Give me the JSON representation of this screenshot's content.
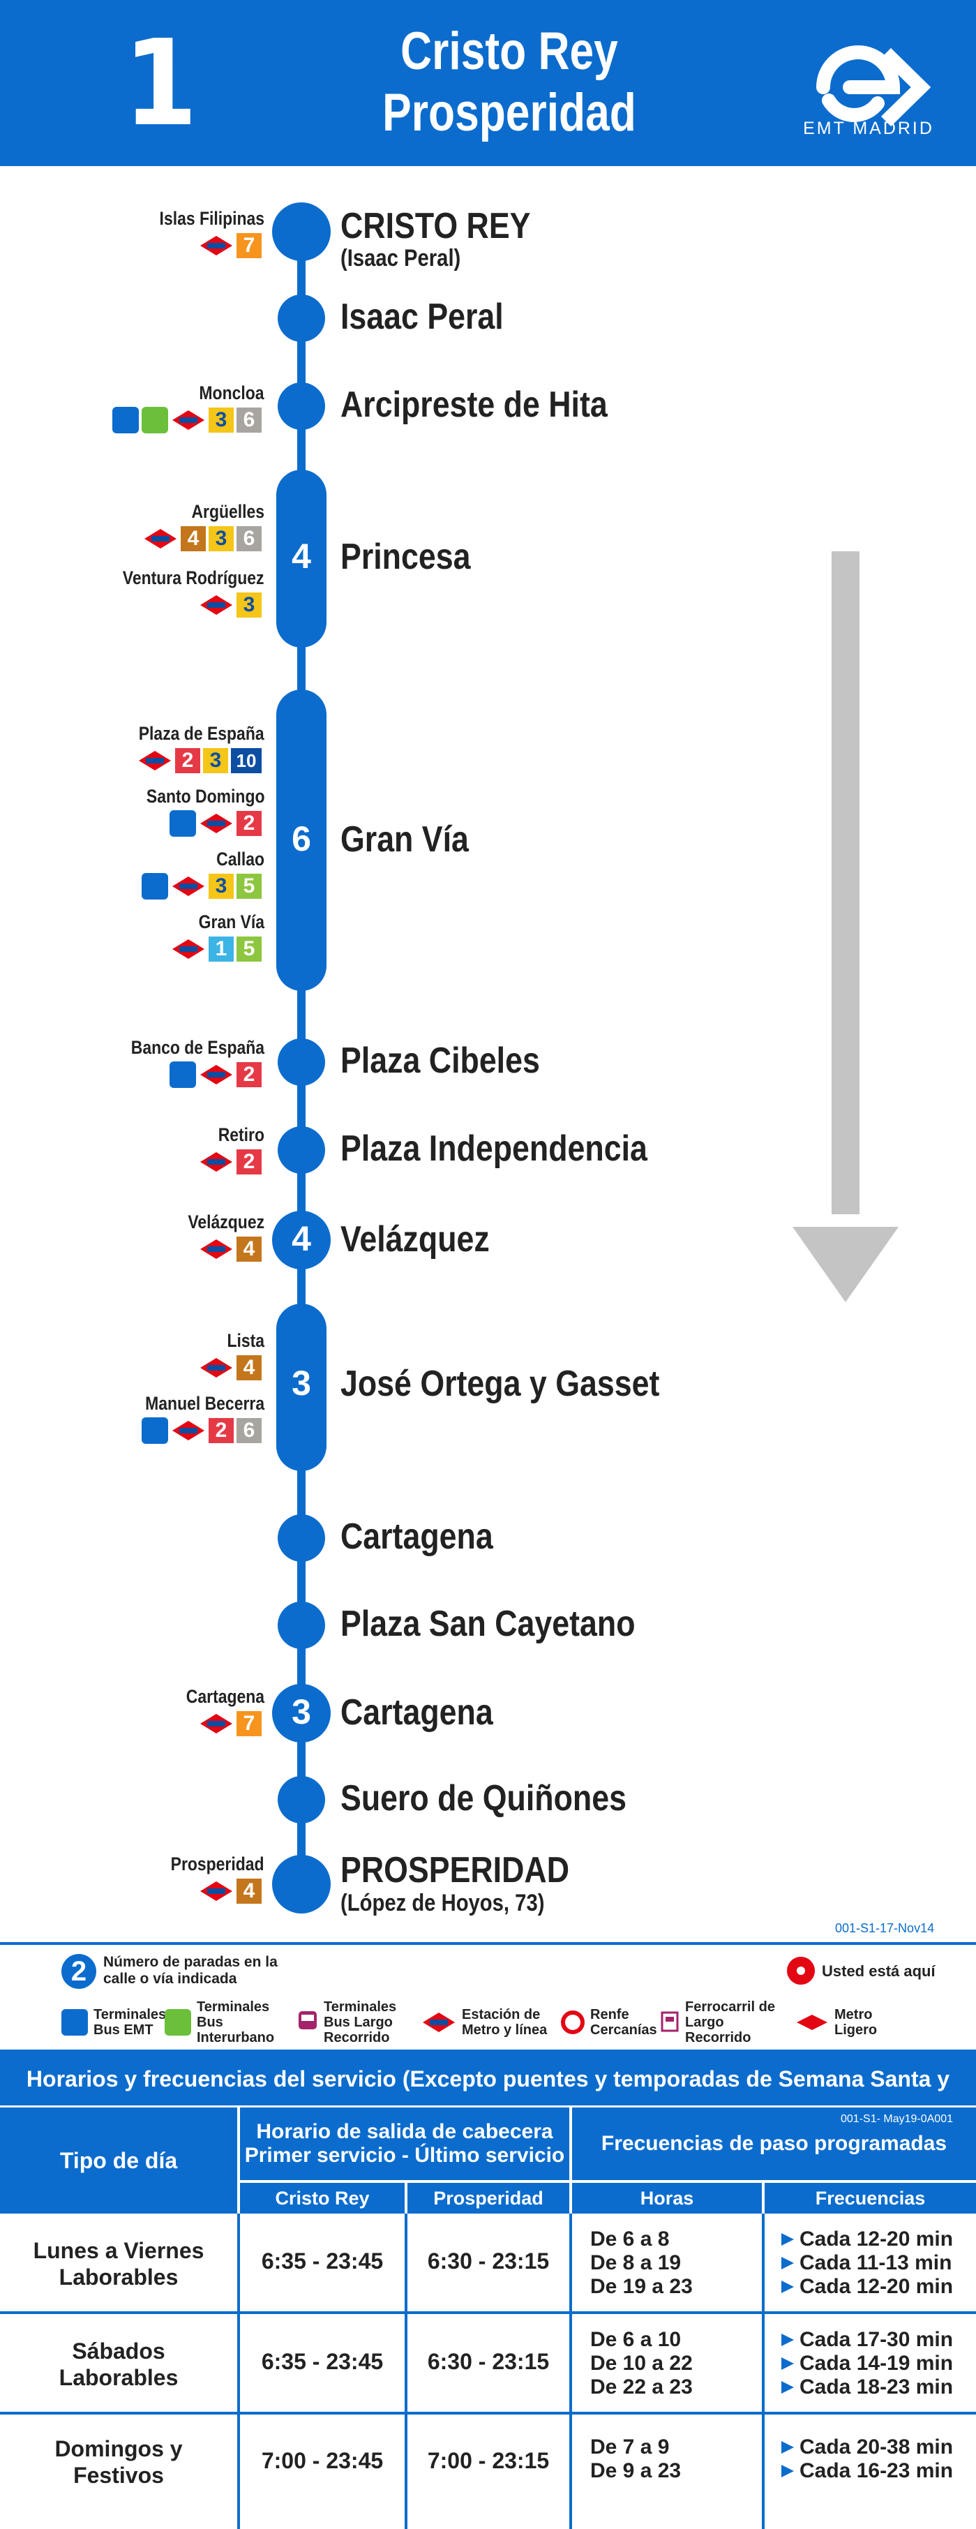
{
  "header": {
    "line_number": "1",
    "title_line1": "Cristo Rey",
    "title_line2": "Prosperidad",
    "logo_text": "EMT MADRID"
  },
  "colors": {
    "brand_blue": "#0b6ccd",
    "metro_l1": "#3cb4e6",
    "metro_l2": "#e63946",
    "metro_l3": "#f5c518",
    "metro_l4": "#c4761c",
    "metro_l5": "#8dc63f",
    "metro_l6": "#a8a49f",
    "metro_l7": "#f7941d",
    "metro_l10": "#0b4ea2",
    "arrow_gray": "#c4c4c4",
    "here_red": "#e30613"
  },
  "stops": [
    {
      "name": "CRISTO REY",
      "sub": "(Isaac Peral)",
      "count": ""
    },
    {
      "name": "Isaac Peral",
      "sub": "",
      "count": ""
    },
    {
      "name": "Arcipreste de Hita",
      "sub": "",
      "count": ""
    },
    {
      "name": "Princesa",
      "sub": "",
      "count": "4"
    },
    {
      "name": "Gran Vía",
      "sub": "",
      "count": "6"
    },
    {
      "name": "Plaza Cibeles",
      "sub": "",
      "count": ""
    },
    {
      "name": "Plaza Independencia",
      "sub": "",
      "count": ""
    },
    {
      "name": "Velázquez",
      "sub": "",
      "count": "4"
    },
    {
      "name": "José Ortega y Gasset",
      "sub": "",
      "count": "3"
    },
    {
      "name": "Cartagena",
      "sub": "",
      "count": ""
    },
    {
      "name": "Plaza San Cayetano",
      "sub": "",
      "count": ""
    },
    {
      "name": "Cartagena",
      "sub": "",
      "count": "3"
    },
    {
      "name": "Suero de Quiñones",
      "sub": "",
      "count": ""
    },
    {
      "name": "PROSPERIDAD",
      "sub": "(López de Hoyos, 73)",
      "count": ""
    }
  ],
  "connections": [
    {
      "name": "Islas Filipinas",
      "icons": [
        "metro"
      ],
      "lines": [
        "7"
      ]
    },
    {
      "name": "Moncloa",
      "icons": [
        "bus-emt",
        "bus-interurbano",
        "metro"
      ],
      "lines": [
        "3",
        "6"
      ]
    },
    {
      "name": "Argüelles",
      "icons": [
        "metro"
      ],
      "lines": [
        "4",
        "3",
        "6"
      ]
    },
    {
      "name": "Ventura Rodríguez",
      "icons": [
        "metro"
      ],
      "lines": [
        "3"
      ]
    },
    {
      "name": "Plaza de España",
      "icons": [
        "metro"
      ],
      "lines": [
        "2",
        "3",
        "10"
      ]
    },
    {
      "name": "Santo Domingo",
      "icons": [
        "bus-emt",
        "metro"
      ],
      "lines": [
        "2"
      ]
    },
    {
      "name": "Callao",
      "icons": [
        "bus-emt",
        "metro"
      ],
      "lines": [
        "3",
        "5"
      ]
    },
    {
      "name": "Gran Vía",
      "icons": [
        "metro"
      ],
      "lines": [
        "1",
        "5"
      ]
    },
    {
      "name": "Banco de España",
      "icons": [
        "bus-emt",
        "metro"
      ],
      "lines": [
        "2"
      ]
    },
    {
      "name": "Retiro",
      "icons": [
        "metro"
      ],
      "lines": [
        "2"
      ]
    },
    {
      "name": "Velázquez",
      "icons": [
        "metro"
      ],
      "lines": [
        "4"
      ]
    },
    {
      "name": "Lista",
      "icons": [
        "metro"
      ],
      "lines": [
        "4"
      ]
    },
    {
      "name": "Manuel Becerra",
      "icons": [
        "bus-emt",
        "metro"
      ],
      "lines": [
        "2",
        "6"
      ]
    },
    {
      "name": "Cartagena",
      "icons": [
        "metro"
      ],
      "lines": [
        "7"
      ]
    },
    {
      "name": "Prosperidad",
      "icons": [
        "metro"
      ],
      "lines": [
        "4"
      ]
    }
  ],
  "codes": {
    "map_code": "001-S1-17-Nov14",
    "table_code": "001-S1- May19-0A001"
  },
  "legend": {
    "count_badge": "2",
    "count_text": "Número de paradas en la calle o vía indicada",
    "here_text": "Usted está aquí",
    "items": [
      {
        "label": "Terminales Bus EMT",
        "icon": "bus-emt-icon"
      },
      {
        "label": "Terminales Bus Interurbano",
        "icon": "bus-interurbano-icon"
      },
      {
        "label": "Terminales Bus Largo Recorrido",
        "icon": "bus-largo-recorrido-icon"
      },
      {
        "label": "Estación de Metro y línea",
        "icon": "metro-icon"
      },
      {
        "label": "Renfe Cercanías",
        "icon": "renfe-icon"
      },
      {
        "label": "Ferrocarril de Largo Recorrido",
        "icon": "train-icon"
      },
      {
        "label": "Metro Ligero",
        "icon": "metro-ligero-icon"
      }
    ]
  },
  "schedule": {
    "title": "Horarios y frecuencias del servicio (Excepto puentes y temporadas de Semana Santa y Verano)",
    "col_day": "Tipo de día",
    "col_departure_line1": "Horario de salida de cabecera",
    "col_departure_line2": "Primer servicio - Último servicio",
    "col_freq": "Frecuencias de paso programadas",
    "sub_from": "Cristo Rey",
    "sub_to": "Prosperidad",
    "sub_hours": "Horas",
    "sub_freqs": "Frecuencias",
    "rows": [
      {
        "day_line1": "Lunes a Viernes",
        "day_line2": "Laborables",
        "from": "6:35 - 23:45",
        "to": "6:30 - 23:15",
        "hours": [
          "De 6 a 8",
          "De 8 a 19",
          "De 19 a 23"
        ],
        "freqs": [
          "Cada 12-20 min",
          "Cada 11-13 min",
          "Cada 12-20 min"
        ]
      },
      {
        "day_line1": "Sábados",
        "day_line2": "Laborables",
        "from": "6:35 - 23:45",
        "to": "6:30 - 23:15",
        "hours": [
          "De 6 a 10",
          "De 10 a 22",
          "De 22 a 23"
        ],
        "freqs": [
          "Cada 17-30 min",
          "Cada 14-19 min",
          "Cada 18-23 min"
        ]
      },
      {
        "day_line1": "Domingos y",
        "day_line2": "Festivos",
        "from": "7:00 - 23:45",
        "to": "7:00 - 23:15",
        "hours": [
          "De 7 a 9",
          "De 9 a 23"
        ],
        "freqs": [
          "Cada 20-38 min",
          "Cada 16-23 min"
        ]
      }
    ]
  }
}
